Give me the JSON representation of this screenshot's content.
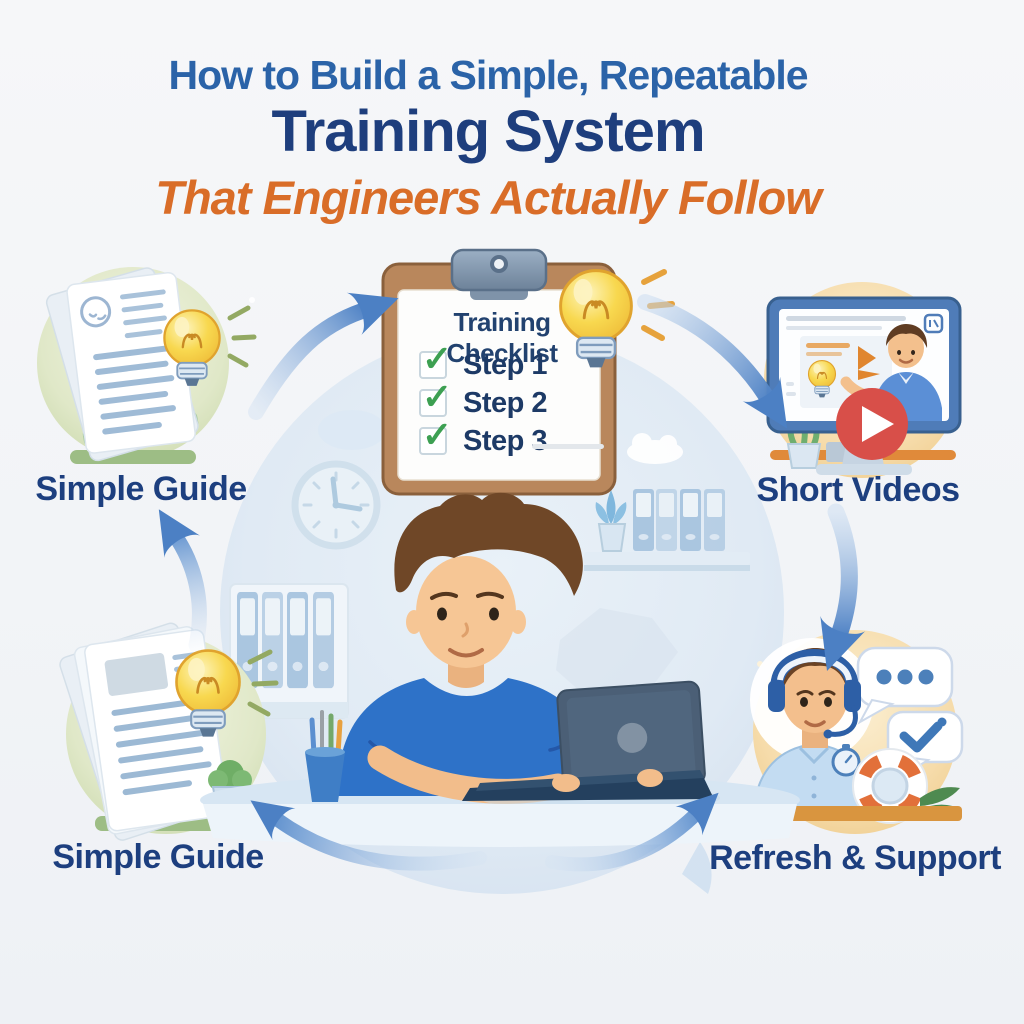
{
  "title": {
    "line1": "How to Build a Simple, Repeatable",
    "line2": "Training System",
    "line3": "That Engineers Actually Follow"
  },
  "nodes": {
    "simple_guide_top": {
      "label": "Simple Guide",
      "icon": "document-lightbulb-icon"
    },
    "short_videos": {
      "label": "Short Videos",
      "icon": "monitor-play-icon"
    },
    "simple_guide_bottom": {
      "label": "Simple Guide",
      "icon": "document-lightbulb-icon"
    },
    "refresh_support": {
      "label": "Refresh & Support",
      "icon": "headset-agent-icon"
    }
  },
  "checklist": {
    "title": "Training Checklist",
    "items": [
      {
        "label": "Step 1",
        "checked": true
      },
      {
        "label": "Step 2",
        "checked": true
      },
      {
        "label": "Step 3",
        "checked": true
      }
    ]
  },
  "icons": {
    "check_glyph": "✓",
    "clipboard": "clipboard-checklist-icon",
    "lightbulb": "lightbulb-icon",
    "play_button": "play-button-icon",
    "lifebuoy": "lifebuoy-icon",
    "speech_bubbles": "speech-bubble-icon",
    "arrows": "flow-arrow-icon"
  },
  "colors": {
    "title_blue": "#2b63a8",
    "title_navy": "#1e3e7d",
    "accent_orange": "#d96d28",
    "label_navy": "#1d3f7f",
    "check_green": "#3da052",
    "arrow_blue": "#4c80c4",
    "badge_green": "#dce6c2",
    "badge_orange": "#f7dcab",
    "clipboard_brown": "#b9875c"
  }
}
